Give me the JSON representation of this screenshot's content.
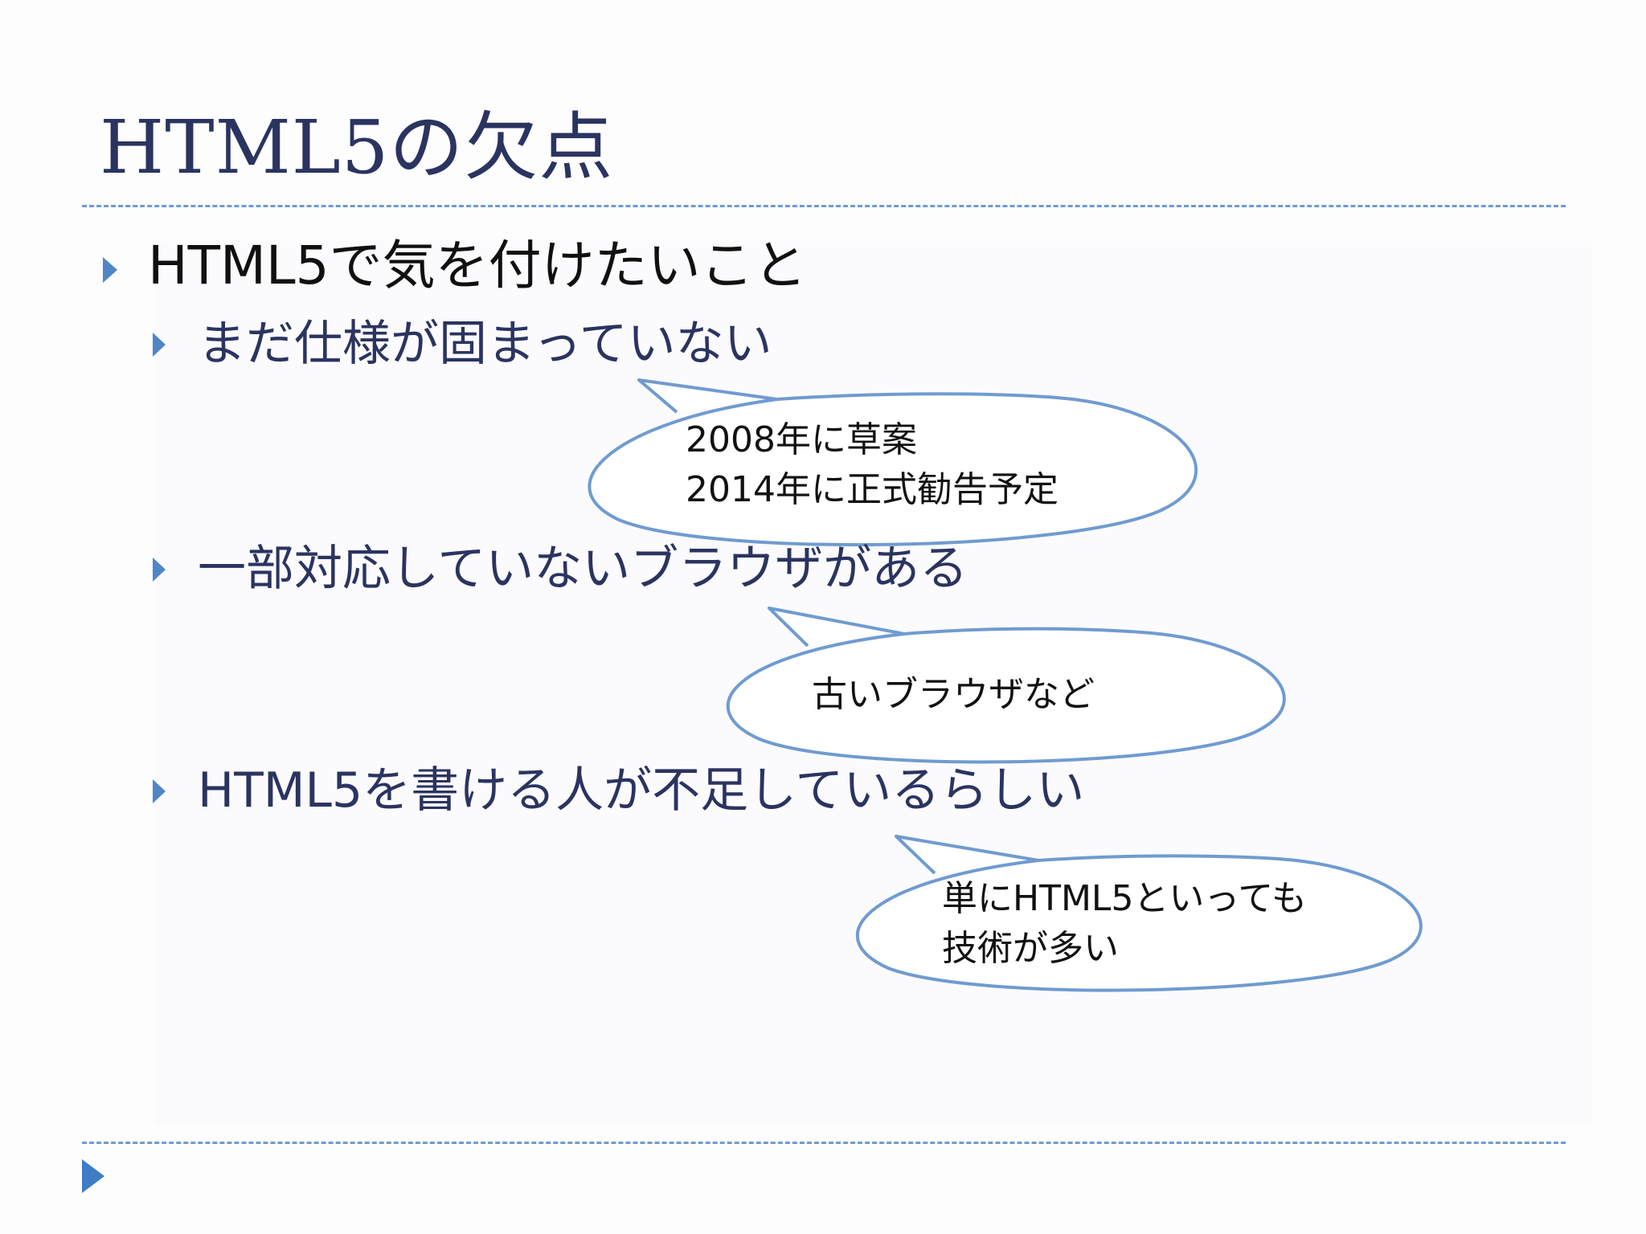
{
  "slide": {
    "title": "HTML5の欠点",
    "bullets": [
      {
        "text": "HTML5で気を付けたいこと"
      },
      {
        "text": "まだ仕様が固まっていない"
      },
      {
        "text": "一部対応していないブラウザがある"
      },
      {
        "text": "HTML5を書ける人が不足しているらしい"
      }
    ],
    "callouts": [
      {
        "lines": [
          "2008年に草案",
          "2014年に正式勧告予定"
        ]
      },
      {
        "lines": [
          "古いブラウザなど"
        ]
      },
      {
        "lines": [
          "単にHTML5といっても",
          "技術が多い"
        ]
      }
    ]
  },
  "colors": {
    "title": "#2b3460",
    "accent": "#4f86c6",
    "callout_border": "#6f9bd0",
    "divider": "#6f9bd0"
  }
}
